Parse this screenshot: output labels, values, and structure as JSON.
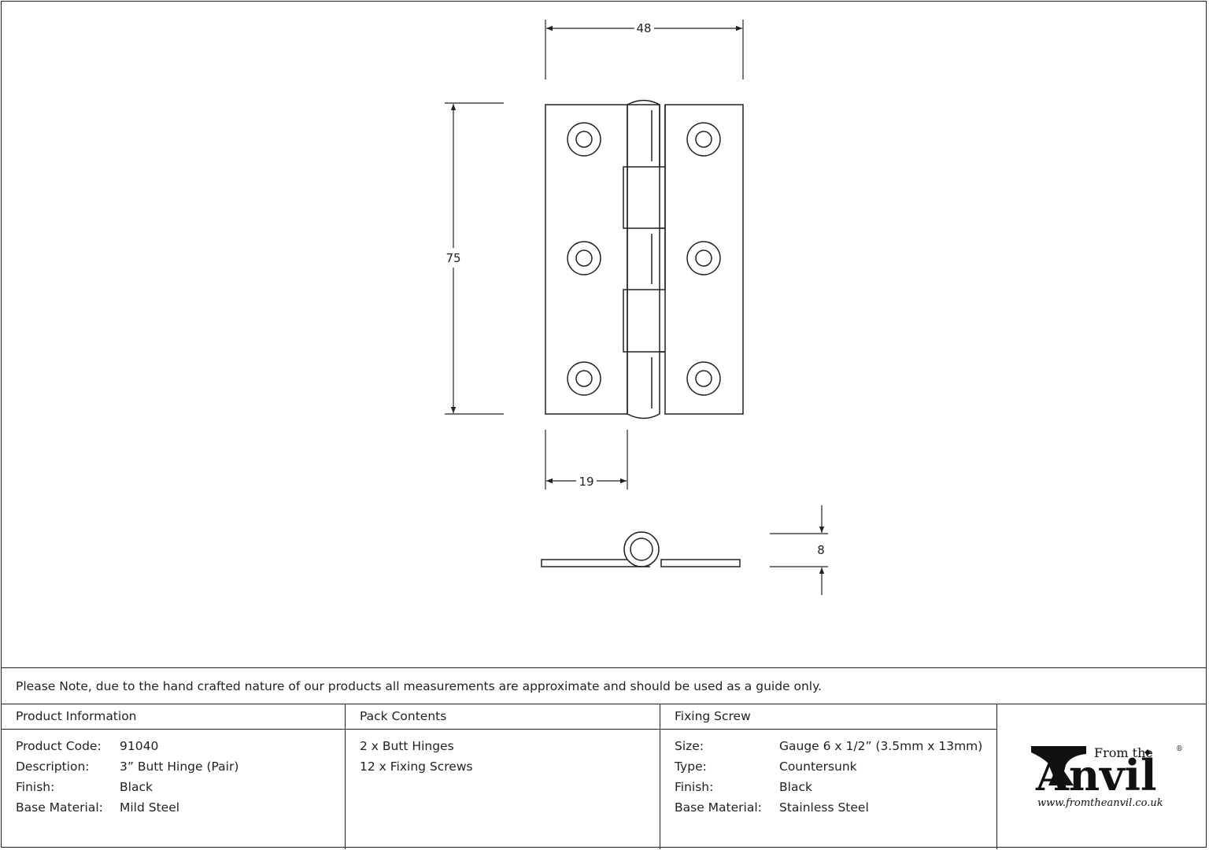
{
  "dimensions": {
    "width": "48",
    "height": "75",
    "leaf": "19",
    "knuckle": "8"
  },
  "note": "Please Note, due to the hand crafted nature of our products all measurements are approximate and should be used as a guide only.",
  "product": {
    "heading": "Product Information",
    "rows": [
      {
        "label": "Product Code:",
        "value": "91040"
      },
      {
        "label": "Description:",
        "value": "3” Butt Hinge (Pair)"
      },
      {
        "label": "Finish:",
        "value": "Black"
      },
      {
        "label": "Base Material:",
        "value": "Mild Steel"
      }
    ]
  },
  "pack": {
    "heading": "Pack Contents",
    "items": [
      "2 x Butt Hinges",
      "12 x Fixing Screws"
    ]
  },
  "screw": {
    "heading": "Fixing Screw",
    "rows": [
      {
        "label": "Size:",
        "value": "Gauge 6 x 1/2” (3.5mm x 13mm)"
      },
      {
        "label": "Type:",
        "value": "Countersunk"
      },
      {
        "label": "Finish:",
        "value": "Black"
      },
      {
        "label": "Base Material:",
        "value": "Stainless Steel"
      }
    ]
  },
  "logo": {
    "from_the": "From the",
    "brand": "Anvil",
    "url": "www.fromtheanvil.co.uk",
    "registered": "®"
  }
}
